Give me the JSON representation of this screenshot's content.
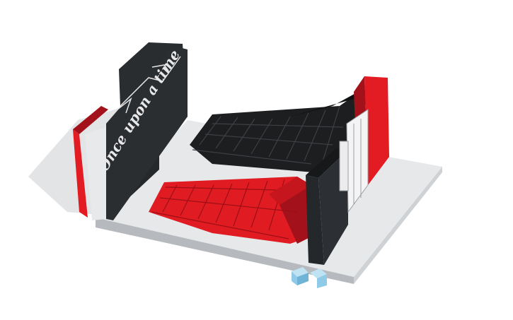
{
  "scene": {
    "stage_text": "Once upon a time",
    "colors": {
      "background": "#ffffff",
      "floor_top": "#e5e7e9",
      "floor_side": "#b9bcc0",
      "panel_black": "#25282b",
      "panel_black_dark": "#17191b",
      "panel_red": "#e31b23",
      "panel_red_dark": "#a3121a",
      "seat_black": "#1c1e20",
      "seat_red": "#e11b22",
      "text_white": "#e8e8e8",
      "gizmo_blue": "#8fcbe8"
    },
    "objects": [
      {
        "name": "floor-base",
        "color": "floor"
      },
      {
        "name": "back-wall-left",
        "color": "black"
      },
      {
        "name": "red-curtain-left",
        "color": "red"
      },
      {
        "name": "black-seating-block",
        "color": "black"
      },
      {
        "name": "red-seating-block",
        "color": "red"
      },
      {
        "name": "right-black-tower",
        "color": "black"
      },
      {
        "name": "right-red-wall",
        "color": "red"
      },
      {
        "name": "white-door",
        "color": "white"
      }
    ],
    "gizmo_icon": "view-cube-icon"
  }
}
